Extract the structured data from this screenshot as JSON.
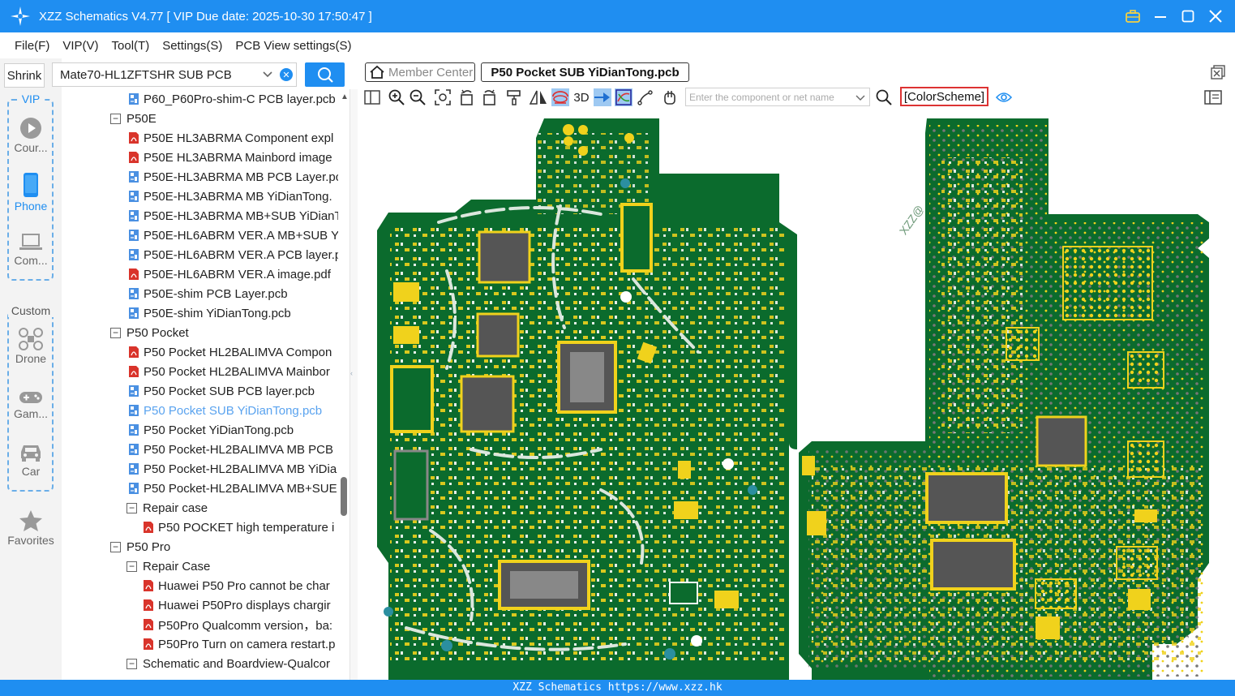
{
  "window": {
    "title": "XZZ Schematics V4.77 [ VIP Due date: 2025-10-30 17:50:47 ]"
  },
  "menu": [
    "File(F)",
    "VIP(V)",
    "Tool(T)",
    "Settings(S)",
    "PCB View settings(S)"
  ],
  "sidebar": {
    "shrink_label": "Shrink",
    "search_value": "Mate70-HL1ZFTSHR SUB PCB",
    "vip_group_label": "VIP",
    "custom_group_label": "Custom",
    "nav": [
      {
        "label": "Cour...",
        "icon": "play-icon"
      },
      {
        "label": "Phone",
        "icon": "phone-icon",
        "active": true
      },
      {
        "label": "Com...",
        "icon": "laptop-icon"
      },
      {
        "label": "Drone",
        "icon": "drone-icon"
      },
      {
        "label": "Gam...",
        "icon": "gamepad-icon"
      },
      {
        "label": "Car",
        "icon": "car-icon"
      },
      {
        "label": "Favorites",
        "icon": "star-icon"
      }
    ]
  },
  "tree": [
    {
      "label": "P60_P60Pro-shim-C PCB layer.pcb",
      "type": "pcb",
      "level": 2
    },
    {
      "label": "P50E",
      "type": "folder",
      "level": 1
    },
    {
      "label": "P50E HL3ABRMA Component expl",
      "type": "pdf",
      "level": 2
    },
    {
      "label": "P50E HL3ABRMA Mainbord image",
      "type": "pdf",
      "level": 2
    },
    {
      "label": "P50E-HL3ABRMA MB PCB Layer.pc",
      "type": "pcb",
      "level": 2
    },
    {
      "label": "P50E-HL3ABRMA MB YiDianTong.",
      "type": "pcb",
      "level": 2
    },
    {
      "label": "P50E-HL3ABRMA MB+SUB YiDianT",
      "type": "pcb",
      "level": 2
    },
    {
      "label": "P50E-HL6ABRM VER.A MB+SUB Yi",
      "type": "pcb",
      "level": 2
    },
    {
      "label": "P50E-HL6ABRM VER.A PCB layer.p",
      "type": "pcb",
      "level": 2
    },
    {
      "label": "P50E-HL6ABRM VER.A image.pdf",
      "type": "pdf",
      "level": 2
    },
    {
      "label": "P50E-shim PCB Layer.pcb",
      "type": "pcb",
      "level": 2
    },
    {
      "label": "P50E-shim YiDianTong.pcb",
      "type": "pcb",
      "level": 2
    },
    {
      "label": "P50 Pocket",
      "type": "folder",
      "level": 1
    },
    {
      "label": "P50 Pocket HL2BALIMVA Compon",
      "type": "pdf",
      "level": 2
    },
    {
      "label": "P50 Pocket HL2BALIMVA Mainbor",
      "type": "pdf",
      "level": 2
    },
    {
      "label": "P50 Pocket SUB PCB layer.pcb",
      "type": "pcb",
      "level": 2
    },
    {
      "label": "P50 Pocket SUB YiDianTong.pcb",
      "type": "pcb",
      "level": 2,
      "selected": true
    },
    {
      "label": "P50 Pocket YiDianTong.pcb",
      "type": "pcb",
      "level": 2
    },
    {
      "label": "P50 Pocket-HL2BALIMVA MB PCB",
      "type": "pcb",
      "level": 2
    },
    {
      "label": "P50 Pocket-HL2BALIMVA MB YiDia",
      "type": "pcb",
      "level": 2
    },
    {
      "label": "P50 Pocket-HL2BALIMVA MB+SUE",
      "type": "pcb",
      "level": 2
    },
    {
      "label": "Repair case",
      "type": "folder",
      "level": 2
    },
    {
      "label": "P50 POCKET high temperature i",
      "type": "pdf",
      "level": 3
    },
    {
      "label": "P50 Pro",
      "type": "folder",
      "level": 1
    },
    {
      "label": "Repair Case",
      "type": "folder",
      "level": 2
    },
    {
      "label": "Huawei P50 Pro cannot be char",
      "type": "pdf",
      "level": 3
    },
    {
      "label": "Huawei P50Pro displays chargir",
      "type": "pdf",
      "level": 3
    },
    {
      "label": "P50Pro Qualcomm version，ba:",
      "type": "pdf",
      "level": 3
    },
    {
      "label": "P50Pro Turn on camera restart.p",
      "type": "pdf",
      "level": 3
    },
    {
      "label": "Schematic and Boardview-Qualcor",
      "type": "folder",
      "level": 2
    }
  ],
  "tabs": {
    "member": "Member Center",
    "active": "P50 Pocket SUB YiDianTong.pcb"
  },
  "toolbar": {
    "three_d": "3D",
    "search_placeholder": "Enter the component or net name",
    "colorscheme": "[ColorScheme]"
  },
  "canvas": {
    "watermark": "XZZ@"
  },
  "status": {
    "text": "XZZ Schematics https://www.xzz.hk"
  },
  "colors": {
    "accent": "#1f8ef1",
    "board": "#0b6b2d",
    "pad": "#f0d21c",
    "chip": "#7a7a7a"
  }
}
